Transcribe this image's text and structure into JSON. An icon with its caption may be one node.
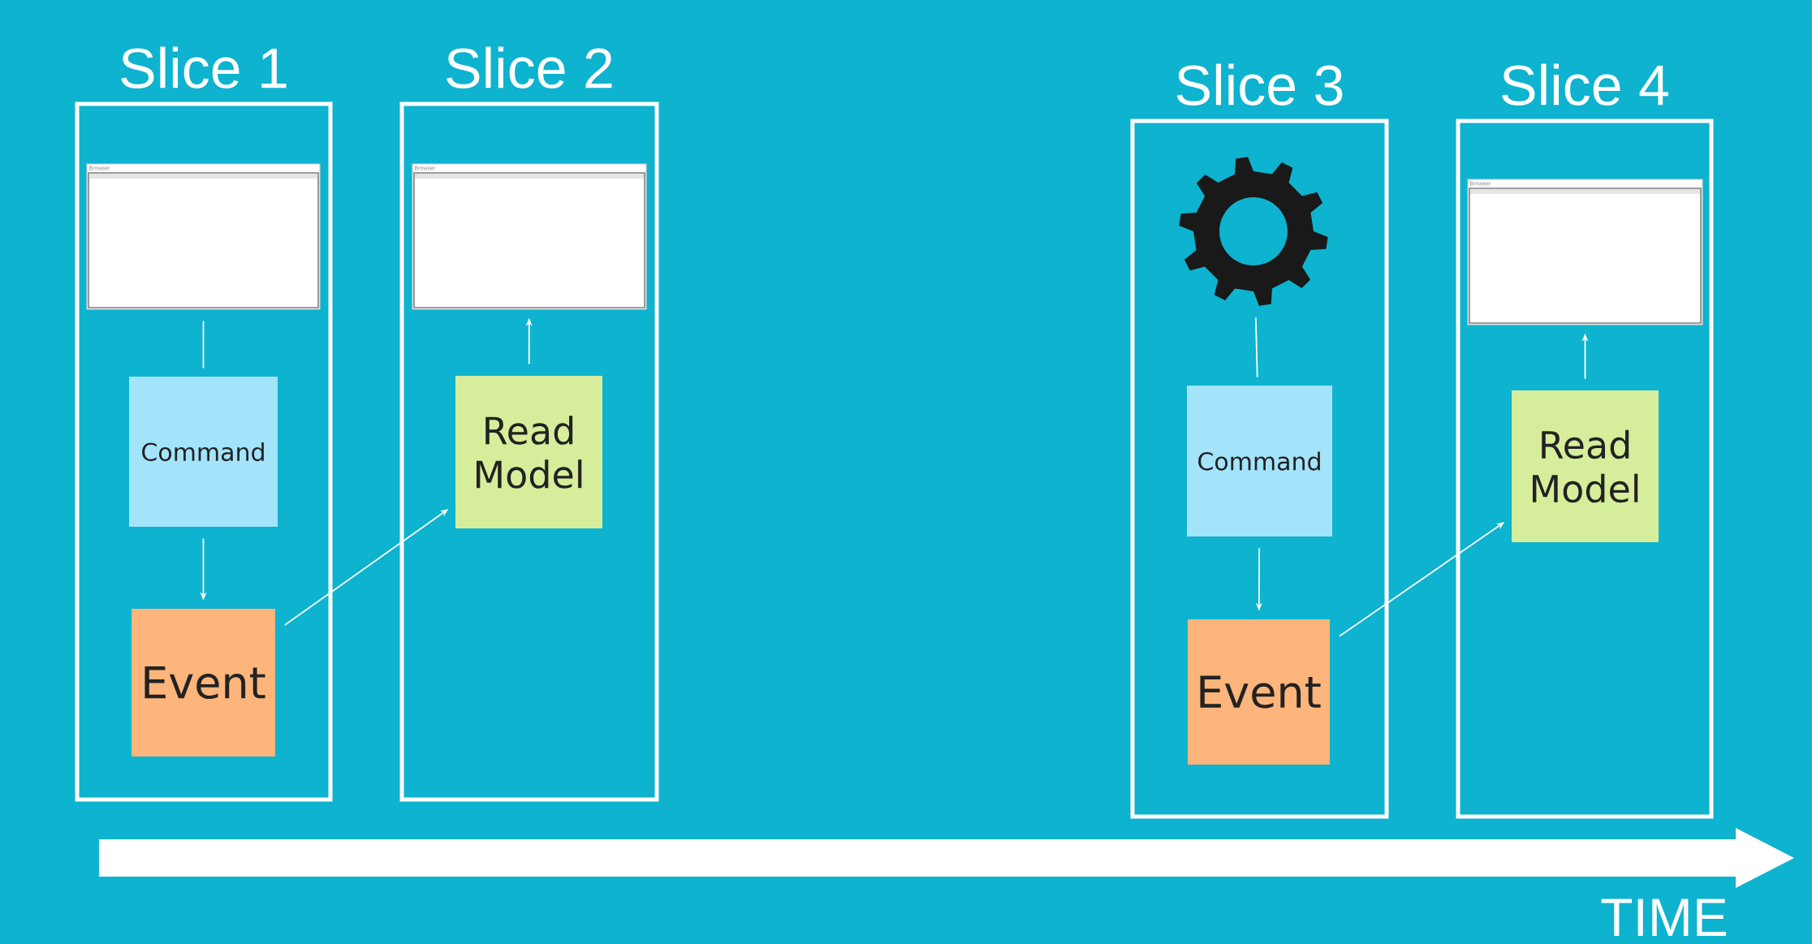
{
  "diagram": {
    "nodes": [
      {
        "text": [
          "Slice 1"
        ]
      },
      {
        "text": [
          "Browser"
        ],
        "in": 0
      },
      {
        "text": [
          "Command"
        ],
        "in": 0
      },
      {
        "text": [
          "Event"
        ],
        "in": 0
      },
      {
        "text": [
          "Slice 2"
        ]
      },
      {
        "text": [
          "Browser"
        ],
        "in": 4
      },
      {
        "text": [
          "Read Model"
        ],
        "in": 4
      },
      {
        "text": [
          "Slice 3"
        ]
      },
      {
        "text": [],
        "shape": "picture",
        "in": 7
      },
      {
        "text": [
          "Command"
        ],
        "in": 7
      },
      {
        "text": [
          "Event"
        ],
        "in": 7
      },
      {
        "text": [
          "Slice 4"
        ]
      },
      {
        "text": [
          "Browser"
        ],
        "in": 11
      },
      {
        "text": [
          "Read Model"
        ],
        "in": 11
      }
    ],
    "edges": [
      {
        "from": 1,
        "to": 2,
        "arrow": "none"
      },
      {
        "from": 2,
        "to": 3,
        "arrow": "to"
      },
      {
        "from": 3,
        "to": 6,
        "arrow": "to"
      },
      {
        "from": 6,
        "to": 5,
        "arrow": "to"
      },
      {
        "from": 8,
        "to": 9,
        "arrow": "none"
      },
      {
        "from": 9,
        "to": 10,
        "arrow": "to"
      },
      {
        "from": 10,
        "to": 13,
        "arrow": "to"
      },
      {
        "from": 13,
        "to": 12,
        "arrow": "to"
      }
    ],
    "labels": [
      "TIME"
    ]
  }
}
